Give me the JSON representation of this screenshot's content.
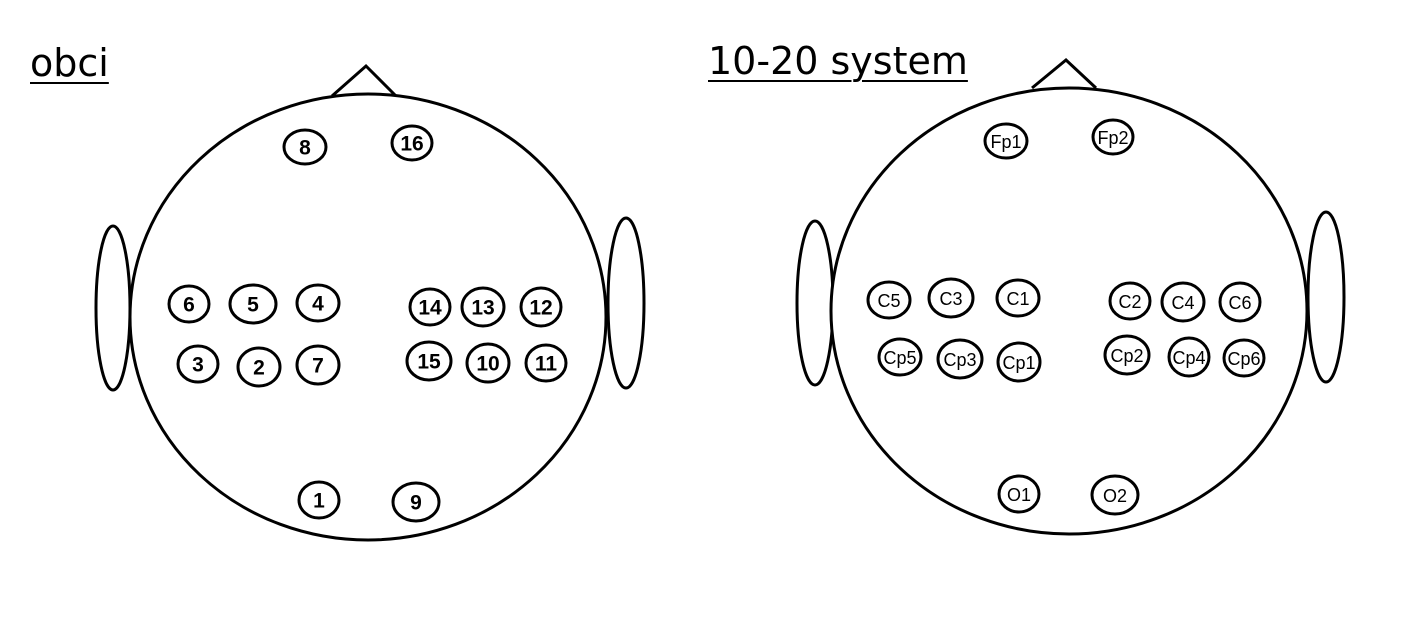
{
  "diagrams": [
    {
      "title": "obci",
      "electrodes": [
        "8",
        "16",
        "6",
        "5",
        "4",
        "14",
        "13",
        "12",
        "3",
        "2",
        "7",
        "15",
        "10",
        "11",
        "1",
        "9"
      ]
    },
    {
      "title": "10-20 system",
      "electrodes": [
        "Fp1",
        "Fp2",
        "C5",
        "C3",
        "C1",
        "C2",
        "C4",
        "C6",
        "Cp5",
        "Cp3",
        "Cp1",
        "Cp2",
        "Cp4",
        "Cp6",
        "O1",
        "O2"
      ]
    }
  ]
}
